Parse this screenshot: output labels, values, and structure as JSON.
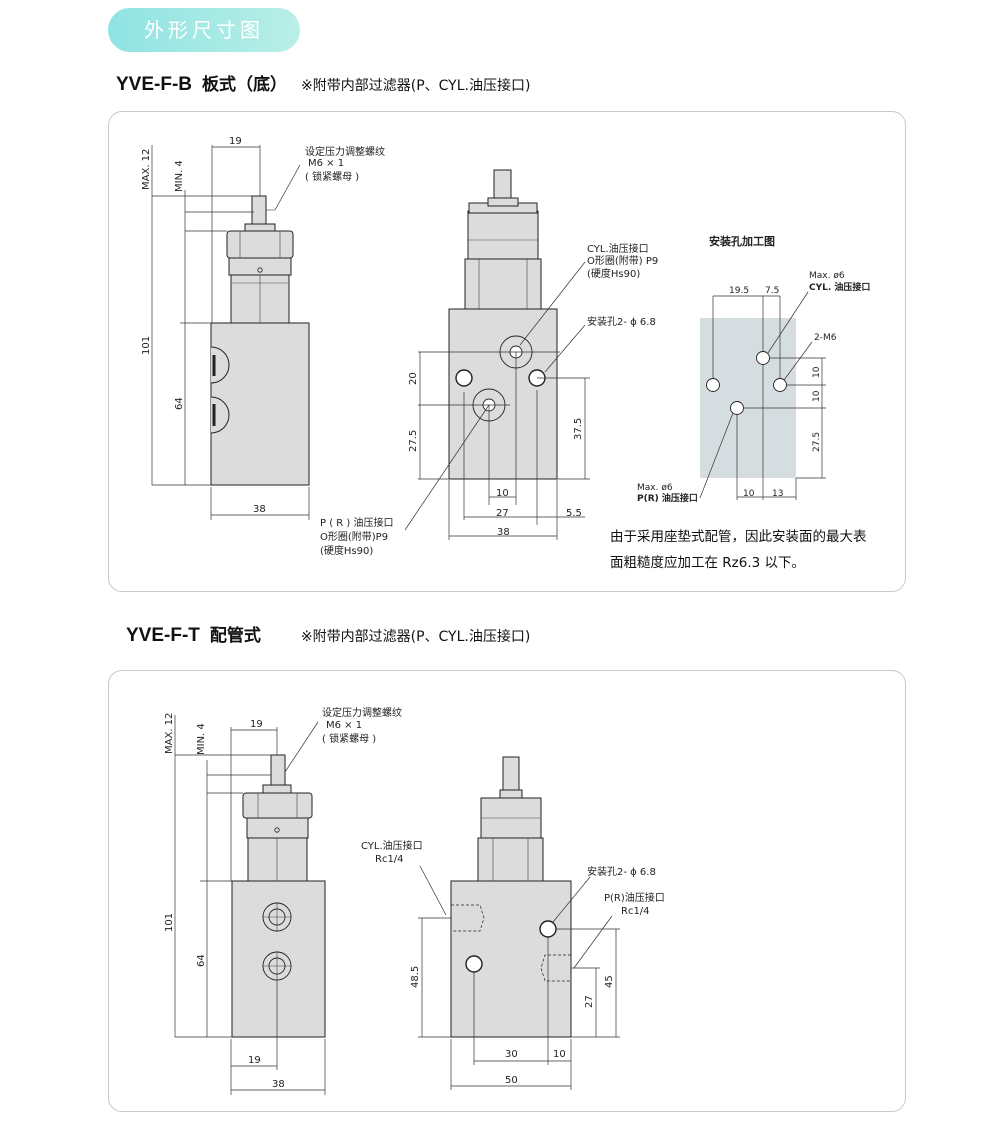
{
  "header": {
    "badge_label": "外形尺寸图"
  },
  "section_b": {
    "model": "YVE-F-B",
    "kind": "板式（底）",
    "note": "※附带内部过滤器(P、CYL.油压接口)",
    "side_view": {
      "adjust_thread": [
        "设定压力调整螺纹",
        "M6 × 1",
        "( 锁紧螺母 )"
      ],
      "dims": [
        "19",
        "MAX. 12",
        "MIN. 4",
        "101",
        "64",
        "38"
      ]
    },
    "front_view": {
      "cyl_port": [
        "CYL.油压接口",
        "O形圈(附带) P9",
        "(硬度Hs90)"
      ],
      "mount_hole": "安装孔2- ϕ 6.8",
      "p_port": [
        "P ( R ) 油压接口",
        "O形圈(附带)P9",
        "(硬度Hs90)"
      ],
      "dims": [
        "20",
        "27.5",
        "37.5",
        "10",
        "27",
        "5.5",
        "38"
      ]
    },
    "mount_panel": {
      "title": "安装孔加工图",
      "labels": [
        "Max. ø6",
        "CYL. 油压接口",
        "2-M6",
        "Max. ø6",
        "P(R) 油压接口"
      ],
      "dims": [
        "19.5",
        "7.5",
        "10",
        "10",
        "27.5",
        "10",
        "13"
      ]
    },
    "remark": [
      "由于采用座垫式配管，因此安装面的最大表",
      "面粗糙度应加工在  Rz6.3 以下。"
    ]
  },
  "section_t": {
    "model": "YVE-F-T",
    "kind": "配管式",
    "note": "※附带内部过滤器(P、CYL.油压接口)",
    "side_view": {
      "adjust_thread": [
        "设定压力调整螺纹",
        "M6 × 1",
        "( 锁紧螺母 )"
      ],
      "dims": [
        "19",
        "MAX. 12",
        "MIN. 4",
        "101",
        "64",
        "19",
        "38"
      ]
    },
    "front_view": {
      "cyl_port": [
        "CYL.油压接口",
        "Rc1/4"
      ],
      "mount_hole": "安装孔2- ϕ 6.8",
      "p_port": [
        "P(R)油压接口",
        "Rc1/4"
      ],
      "dims": [
        "48.5",
        "27",
        "45",
        "30",
        "10",
        "50"
      ]
    }
  },
  "colors": {
    "badge_from": "#8fe3e3",
    "badge_to": "#b9efe6",
    "body": "#dcdcdc",
    "plate": "#d5dde0"
  }
}
